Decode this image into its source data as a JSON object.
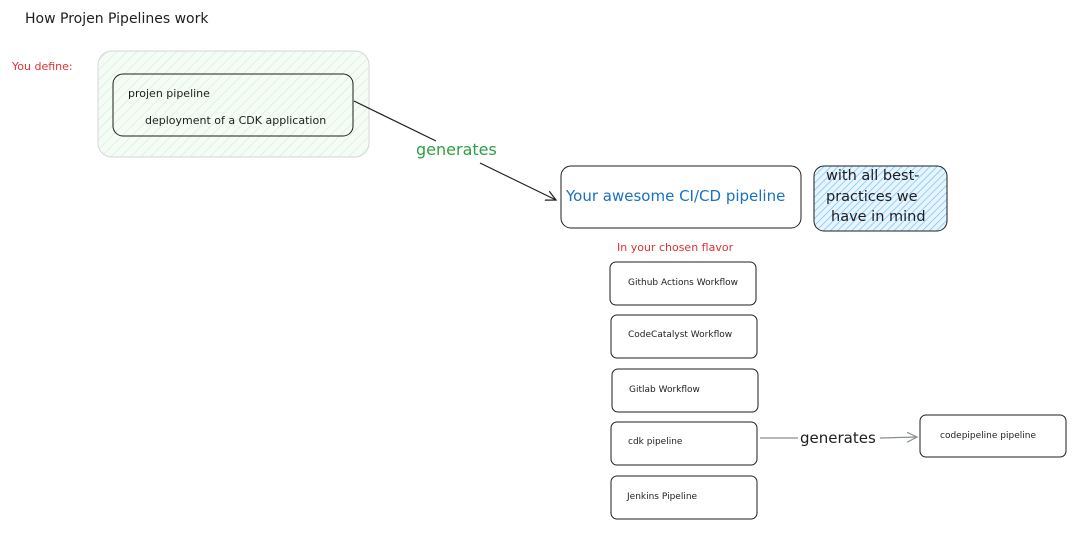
{
  "title": "How Projen Pipelines work",
  "you_define": {
    "label": "You define:",
    "pipeline_label": "projen pipeline",
    "deployment_label": "deployment of a CDK application"
  },
  "main_arrow": {
    "label": "generates"
  },
  "output": {
    "label": "Your awesome CI/CD pipeline",
    "note_line1": "with all best-",
    "note_line2": "practices we",
    "note_line3": "have in mind"
  },
  "flavors": {
    "heading": "In your chosen flavor",
    "items": [
      "Github Actions Workflow",
      "CodeCatalyst Workflow",
      "Gitlab Workflow",
      "cdk pipeline",
      "Jenkins Pipeline"
    ]
  },
  "cdk_arrow": {
    "label": "generates",
    "target_label": "codepipeline pipeline"
  },
  "colors": {
    "stroke": "#1e1e1e",
    "red": "#e03131",
    "green": "#2f9e44",
    "blue": "#1971c2",
    "define_fill": "#ebfbee",
    "note_fill": "#a5d8ff"
  }
}
